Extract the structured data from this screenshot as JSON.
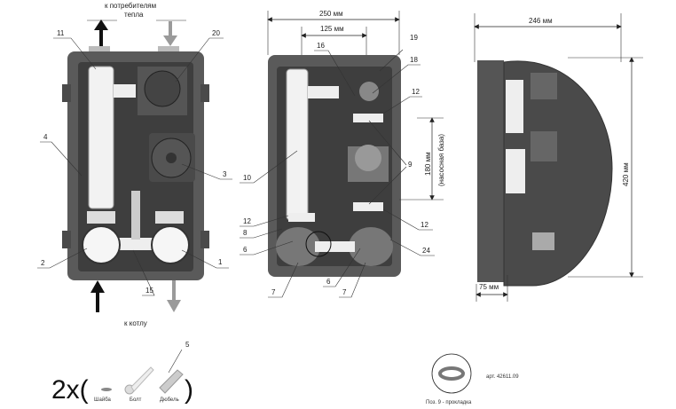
{
  "front_view": {
    "flow_to_consumers": [
      "к потребителям",
      "тепла"
    ],
    "flow_to_boiler": "к котлу",
    "labels": [
      "11",
      "20",
      "4",
      "3",
      "2",
      "1",
      "15"
    ]
  },
  "middle_view": {
    "width_dim": "250 мм",
    "axis_dim": "125 мм",
    "pump_base_dim": "180 мм",
    "pump_base_note": "(насосная база)",
    "labels": [
      "16",
      "19",
      "18",
      "12",
      "9",
      "10",
      "12",
      "8",
      "6",
      "7",
      "6",
      "7",
      "12",
      "24"
    ]
  },
  "side_view": {
    "depth_dim": "246 мм",
    "height_dim": "420 мм",
    "offset_dim": "75 мм"
  },
  "mounting_kit": {
    "multiplier": "2x(",
    "close": ")",
    "items": [
      "Шайба",
      "Болт",
      "Дюбель"
    ],
    "label": "5"
  },
  "gasket": {
    "article": "арт. 42611.09",
    "caption": "Поз. 9 - прокладка"
  },
  "colors": {
    "housing": "#5a5a5a",
    "insulation": "#3e3e3e",
    "pipe": "#f2f2f2",
    "arrow_dark": "#111111",
    "arrow_gray": "#9a9a9a"
  }
}
